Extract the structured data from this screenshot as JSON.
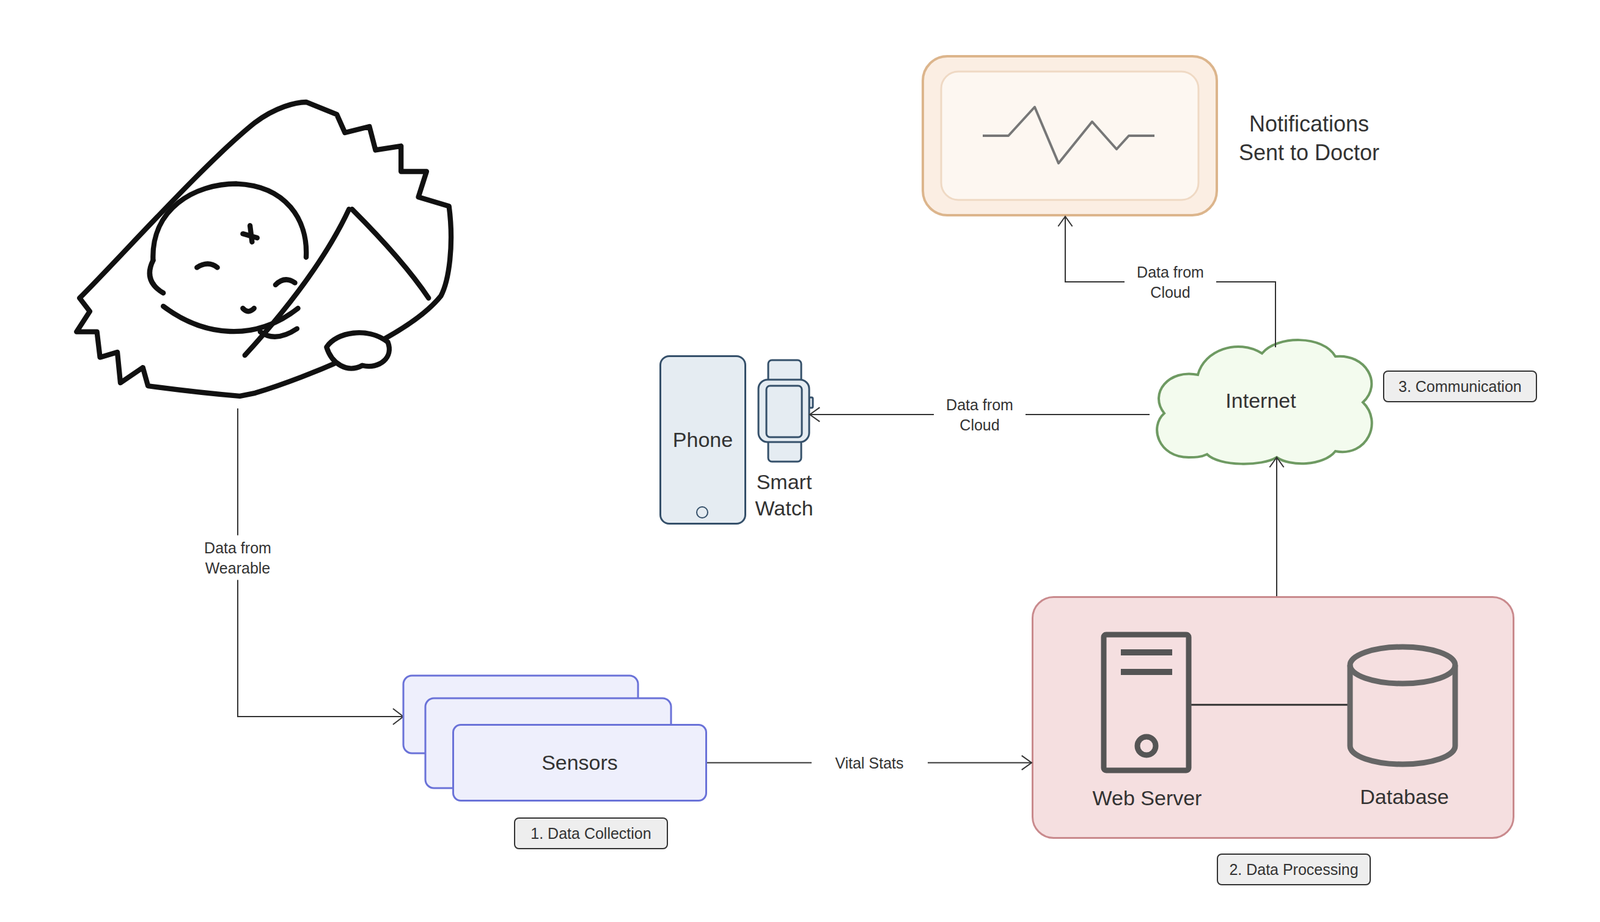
{
  "diagram": {
    "nodes": [
      {
        "text": [
          "Notifications Sent to Doctor"
        ]
      },
      {
        "text": [
          "Phone"
        ]
      },
      {
        "text": [
          "Smart Watch"
        ]
      },
      {
        "text": [
          "Internet",
          "3. Communication"
        ]
      },
      {
        "text": [
          "2. Data Processing"
        ]
      },
      {
        "text": [
          "Web Server"
        ],
        "in": 4
      },
      {
        "text": [
          "Database"
        ],
        "in": 4
      },
      {
        "text": [
          "Sensors",
          "1. Data Collection"
        ]
      }
    ],
    "edges": [
      {
        "from": 7,
        "to": 4,
        "arrow": "to",
        "label": "Vital Stats"
      },
      {
        "from": 5,
        "to": 6,
        "arrow": "none"
      },
      {
        "from": 4,
        "to": 3,
        "arrow": "to"
      },
      {
        "from": 3,
        "to": 2,
        "arrow": "to",
        "label": "Data from Cloud"
      },
      {
        "from": 3,
        "to": 0,
        "arrow": "to",
        "label": "Data from Cloud"
      }
    ],
    "labels": [
      "Data from Wearable"
    ]
  }
}
